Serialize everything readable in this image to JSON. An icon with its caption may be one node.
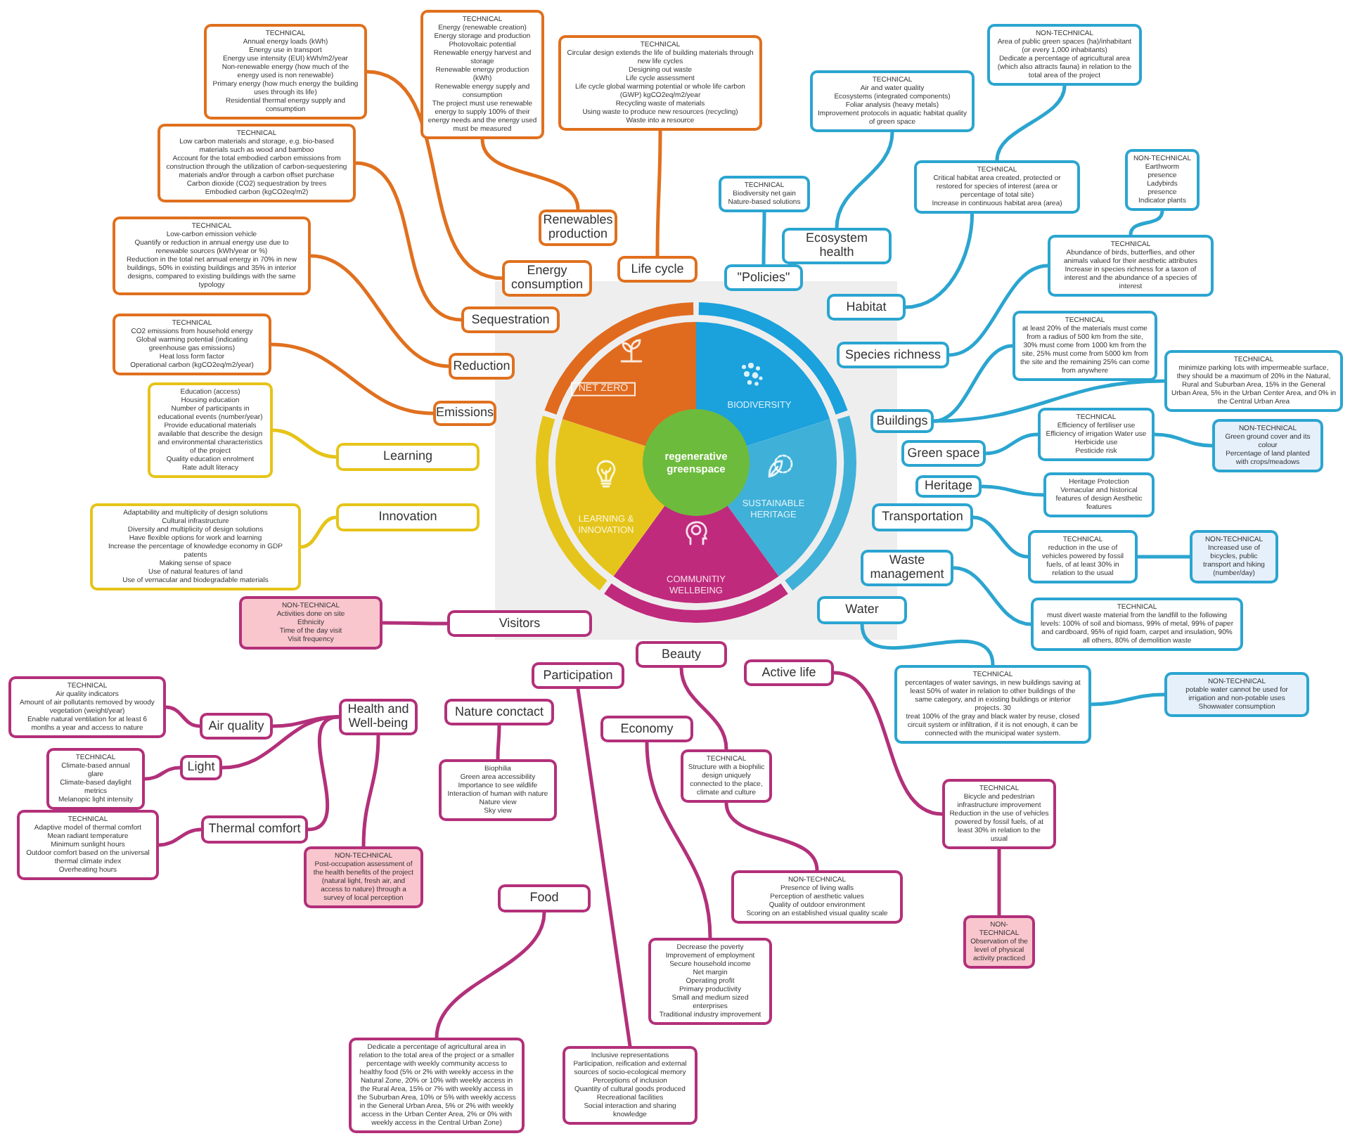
{
  "diagram": {
    "nodes": [
      {
        "text": [
          "TECHNICAL",
          "Annual energy loads (kWh)",
          "Energy use in transport",
          "Energy use intensity (EUI) kWh/m2/year",
          "Non-renewable energy (how much of the energy used is non renewable)",
          "Primary energy (how much energy the building uses through its life)",
          "Residential thermal energy supply and consumption"
        ]
      },
      {
        "text": [
          "TECHNICAL",
          "Energy (renewable creation)",
          "Energy storage and production",
          "Photovoltaic potential",
          "Renewable energy harvest and storage",
          "Renewable energy production (kWh)",
          "Renewable energy supply and consumption",
          "The project must use renewable energy to supply 100% of their energy needs and the energy used must be measured"
        ]
      },
      {
        "text": [
          "TECHNICAL",
          "Circular design extends the life of building materials through new life cycles",
          "Designing out waste",
          "Life cycle assessment",
          "Life cycle global warming potential or whole life carbon (GWP) kgCO2eq/m2/year",
          "Recycling waste of materials",
          "Using waste to produce new resources (recycling)",
          "Waste into a resource"
        ]
      },
      {
        "text": [
          "TECHNICAL",
          "Low carbon materials and storage, e.g. bio-based materials such as wood and bamboo",
          "Account for the total embodied carbon emissions from construction through the utilization of carbon-sequestering materials and/or through a carbon offset purchase",
          "Carbon dioxide (CO2) sequestration by trees",
          "Embodied carbon (kgCO2eq/m2)"
        ]
      },
      {
        "text": [
          "TECHNICAL",
          "Low-carbon emission vehicle",
          "Quantify or reduction in annual energy use due to renewable sources (kWh/year or %)",
          "Reduction in the total net annual energy in 70% in new buildings, 50% in existing buildings and 35% in interior designs, compared to existing buildings with the same typology"
        ]
      },
      {
        "text": [
          "TECHNICAL",
          "CO2 emissions from household energy",
          "Global warming potential (indicating greenhouse gas emissions)",
          "Heat loss form factor",
          "Operational carbon (kgCO2eq/m2/year)"
        ]
      },
      {
        "text": [
          "Renewables production"
        ]
      },
      {
        "text": [
          "Life cycle"
        ]
      },
      {
        "text": [
          "Energy consumption"
        ]
      },
      {
        "text": [
          "Sequestration"
        ]
      },
      {
        "text": [
          "Reduction"
        ]
      },
      {
        "text": [
          "Emissions"
        ]
      },
      {
        "text": [
          "Education (access)",
          "Housing education",
          "Number of participants in educational events (number/year)",
          "Provide educational materials available that describe the design and environmental characteristics of the project",
          "Quality education enrolment",
          "Rate adult literacy"
        ]
      },
      {
        "text": [
          "Learning"
        ]
      },
      {
        "text": [
          "Adaptability and multiplicity of design solutions",
          "Cultural infrastructure",
          "Diversity and multiplicity of design solutions",
          "Have flexible options for work and learning",
          "Increase the percentage of knowledge economy in GDP patents",
          "Making sense of space",
          "Use of natural features of land",
          "Use of vernacular and biodegradable materials"
        ]
      },
      {
        "text": [
          "Innovation"
        ]
      },
      {
        "text": [
          "NON-TECHNICAL",
          "Area of public green spaces (ha)/inhabitant (or every 1,000 inhabitants)",
          "Dedicate a percentage of agricultural area (which also attracts fauna) in relation to the total area of the project"
        ]
      },
      {
        "text": [
          "TECHNICAL",
          "Air and water quality",
          "Ecosystems (integrated components)",
          "Foliar analysis (heavy metals)",
          "Improvement protocols in aquatic habitat quality of green space"
        ]
      },
      {
        "text": [
          "TECHNICAL",
          "Biodiversity net gain",
          "Nature-based solutions"
        ]
      },
      {
        "text": [
          "TECHNICAL",
          "Critical habitat area created, protected or restored for species of interest (area or percentage of total site)",
          "Increase in continuous habitat area (area)"
        ]
      },
      {
        "text": [
          "NON-TECHNICAL",
          "Earthworm presence",
          "Ladybirds presence",
          "Indicator plants"
        ]
      },
      {
        "text": [
          "Ecosystem health"
        ]
      },
      {
        "text": [
          "\"Policies\""
        ]
      },
      {
        "text": [
          "TECHNICAL",
          "Abundance of birds, butterflies, and other animals valued for their aesthetic attributes",
          "Increase in species richness for a taxon of interest and the abundance of a species of interest"
        ]
      },
      {
        "text": [
          "Habitat"
        ]
      },
      {
        "text": [
          "Species richness"
        ]
      },
      {
        "text": [
          "TECHNICAL",
          "at least 20% of the materials must come from a radius of 500 km from the site, 30% must come from 1000 km from the site, 25% must come from 5000 km from the site and the remaining 25% can come from anywhere"
        ]
      },
      {
        "text": [
          "TECHNICAL",
          "minimize parking lots with impermeable surface, they should be a maximum of 20% in the Natural, Rural and Suburban Area, 15% in the General Urban Area, 5% in the Urban Center Area, and 0% in the Central Urban Area"
        ]
      },
      {
        "text": [
          "Buildings"
        ]
      },
      {
        "text": [
          "TECHNICAL",
          "Efficiency of fertiliser use",
          "Efficiency of irrigation Water use",
          "Herbicide use",
          "Pesticide risk"
        ]
      },
      {
        "text": [
          "NON-TECHNICAL",
          "Green ground cover and its colour",
          "Percentage of land planted with crops/meadows"
        ]
      },
      {
        "text": [
          "Green space"
        ]
      },
      {
        "text": [
          "Heritage Protection",
          "Vernacular and historical features of design Aesthetic features"
        ]
      },
      {
        "text": [
          "Heritage"
        ]
      },
      {
        "text": [
          "Transportation"
        ]
      },
      {
        "text": [
          "TECHNICAL",
          "reduction in the use of vehicles powered by fossil fuels, of at least 30% in relation to the usual"
        ]
      },
      {
        "text": [
          "NON-TECHNICAL",
          "Increased use of bicycles, public transport and hiking (number/day)"
        ]
      },
      {
        "text": [
          "Waste management"
        ]
      },
      {
        "text": [
          "TECHNICAL",
          "must divert waste material from the landfill to the following levels: 100% of soil and biomass, 99% of metal, 99% of paper and cardboard, 95% of rigid foam, carpet and insulation, 90% all others, 80% of demolition waste"
        ]
      },
      {
        "text": [
          "Water"
        ]
      },
      {
        "text": [
          "TECHNICAL",
          "percentages of water savings, in new buildings saving at least 50% of water in relation to other buildings of the same category, and in existing buildings or interior projects. 30",
          "treat 100% of the gray and black water by reuse, closed circuit system or infiltration, if it is not enough, it can be connected with the municipal water system."
        ]
      },
      {
        "text": [
          "NON-TECHNICAL",
          "potable water cannot be used for irrigation and non-potable uses",
          "Showwater consumption"
        ]
      },
      {
        "text": [
          "NET ZERO"
        ]
      },
      {
        "text": [
          "BIODIVERSITY"
        ]
      },
      {
        "text": [
          "SUSTAINABLE HERITAGE"
        ]
      },
      {
        "text": [
          "COMMUNITIY WELLBEING"
        ]
      },
      {
        "text": [
          "LEARNING & INNOVATION"
        ]
      },
      {
        "text": [
          "regenerative greenspace"
        ]
      },
      {
        "text": [
          "NON-TECHNICAL",
          "Activities done on site",
          "Ethnicity",
          "Time of the day visit",
          "Visit frequency"
        ]
      },
      {
        "text": [
          "Visitors"
        ]
      },
      {
        "text": [
          "Beauty"
        ]
      },
      {
        "text": [
          "Participation"
        ]
      },
      {
        "text": [
          "Active life"
        ]
      },
      {
        "text": [
          "Health and Well-being"
        ]
      },
      {
        "text": [
          "Nature conctact"
        ]
      },
      {
        "text": [
          "Economy"
        ]
      },
      {
        "text": [
          "TECHNICAL",
          "Air quality indicators",
          "Amount of air pollutants removed by woody vegetation (weight/year)",
          "Enable natural ventilation for at least 6 months a year and access to nature"
        ]
      },
      {
        "text": [
          "Air quality"
        ]
      },
      {
        "text": [
          "TECHNICAL",
          "Climate-based annual glare",
          "Climate-based daylight metrics",
          "Melanopic light intensity"
        ]
      },
      {
        "text": [
          "Light"
        ]
      },
      {
        "text": [
          "TECHNICAL",
          "Structure with a biophilic design uniquely connected to the place, climate and culture"
        ]
      },
      {
        "text": [
          "Biophilia",
          "Green area accessibility",
          "Importance to see wildlife",
          "Interaction of human with nature",
          "Nature view",
          "Sky view"
        ]
      },
      {
        "text": [
          "TECHNICAL",
          "Adaptive model of thermal comfort",
          "Mean radiant temperature",
          "Minimum sunlight hours",
          "Outdoor comfort based on the universal thermal climate index",
          "Overheating hours"
        ]
      },
      {
        "text": [
          "Thermal comfort"
        ]
      },
      {
        "text": [
          "TECHNICAL",
          "Bicycle and pedestrian infrastructure improvement",
          "Reduction in the use of vehicles powered by fossil fuels, of at least 30% in relation to the usual"
        ]
      },
      {
        "text": [
          "NON-TECHNICAL",
          "Post-occupation assessment of the health benefits of the project (natural light, fresh air, and access to nature) through a survey of local perception"
        ]
      },
      {
        "text": [
          "NON-TECHNICAL",
          "Presence of living walls",
          "Perception of aesthetic values",
          "Quality of outdoor environment",
          "Scoring on an established visual quality scale"
        ]
      },
      {
        "text": [
          "Food"
        ]
      },
      {
        "text": [
          "NON-TECHNICAL",
          "Observation of the level of physical activity practiced"
        ]
      },
      {
        "text": [
          "Decrease the poverty",
          "Improvement of employment",
          "Secure household income",
          "Net margin",
          "Operating profit",
          "Primary productivity",
          "Small and medium sized enterprises",
          "Traditional industry improvement"
        ]
      },
      {
        "text": [
          "Dedicate a percentage of agricultural area in relation to the total area of the project or a smaller percentage with weekly community access to healthy food (5% or 2% with weekly access in the Natural Zone, 20% or 10% with weekly access in the Rural Area, 15% or 7% with weekly access in the Suburban Area, 10% or 5% with weekly access in the General Urban Area, 5% or 2% with weekly access in the Urban Center Area, 2% or 0% with weekly access in the Central Urban Zone)"
        ]
      },
      {
        "text": [
          "Inclusive representations",
          "Participation, reification and external sources of socio-ecological memory",
          "Perceptions of inclusion",
          "Quantity of cultural goods produced",
          "Recreational facilities",
          "Social interaction and sharing knowledge"
        ]
      }
    ],
    "edges": [
      {
        "from": 8,
        "to": 0,
        "arrow": "none",
        "color": "#e0701e"
      },
      {
        "from": 6,
        "to": 1,
        "arrow": "none",
        "color": "#e0701e"
      },
      {
        "from": 7,
        "to": 2,
        "arrow": "none",
        "color": "#e0701e"
      },
      {
        "from": 9,
        "to": 3,
        "arrow": "none",
        "color": "#e0701e"
      },
      {
        "from": 10,
        "to": 4,
        "arrow": "none",
        "color": "#e0701e"
      },
      {
        "from": 11,
        "to": 5,
        "arrow": "none",
        "color": "#e0701e"
      },
      {
        "from": 13,
        "to": 12,
        "arrow": "none",
        "color": "#e6c419"
      },
      {
        "from": 15,
        "to": 14,
        "arrow": "none",
        "color": "#e6c419"
      },
      {
        "from": 22,
        "to": 18,
        "arrow": "none",
        "color": "#2ba5d0"
      },
      {
        "from": 21,
        "to": 17,
        "arrow": "none",
        "color": "#2ba5d0"
      },
      {
        "from": 24,
        "to": 19,
        "arrow": "none",
        "color": "#2ba5d0"
      },
      {
        "from": 19,
        "to": 16,
        "arrow": "none",
        "color": "#2ba5d0"
      },
      {
        "from": 25,
        "to": 23,
        "arrow": "none",
        "color": "#2ba5d0"
      },
      {
        "from": 23,
        "to": 20,
        "arrow": "none",
        "color": "#2ba5d0"
      },
      {
        "from": 28,
        "to": 26,
        "arrow": "none",
        "color": "#2ba5d0"
      },
      {
        "from": 28,
        "to": 27,
        "arrow": "none",
        "color": "#2ba5d0"
      },
      {
        "from": 31,
        "to": 29,
        "arrow": "none",
        "color": "#2ba5d0"
      },
      {
        "from": 29,
        "to": 30,
        "arrow": "none",
        "color": "#2ba5d0"
      },
      {
        "from": 33,
        "to": 32,
        "arrow": "none",
        "color": "#2ba5d0"
      },
      {
        "from": 34,
        "to": 35,
        "arrow": "none",
        "color": "#2ba5d0"
      },
      {
        "from": 35,
        "to": 36,
        "arrow": "none",
        "color": "#2ba5d0"
      },
      {
        "from": 37,
        "to": 38,
        "arrow": "none",
        "color": "#2ba5d0"
      },
      {
        "from": 39,
        "to": 40,
        "arrow": "none",
        "color": "#2ba5d0"
      },
      {
        "from": 40,
        "to": 41,
        "arrow": "none",
        "color": "#2ba5d0"
      },
      {
        "from": 49,
        "to": 48,
        "arrow": "none",
        "color": "#b3307a"
      },
      {
        "from": 53,
        "to": 57,
        "arrow": "none",
        "color": "#b3307a"
      },
      {
        "from": 57,
        "to": 56,
        "arrow": "none",
        "color": "#b3307a"
      },
      {
        "from": 53,
        "to": 59,
        "arrow": "none",
        "color": "#b3307a"
      },
      {
        "from": 59,
        "to": 58,
        "arrow": "none",
        "color": "#b3307a"
      },
      {
        "from": 53,
        "to": 63,
        "arrow": "none",
        "color": "#b3307a"
      },
      {
        "from": 63,
        "to": 62,
        "arrow": "none",
        "color": "#b3307a"
      },
      {
        "from": 53,
        "to": 65,
        "arrow": "none",
        "color": "#b3307a"
      },
      {
        "from": 54,
        "to": 61,
        "arrow": "none",
        "color": "#b3307a"
      },
      {
        "from": 51,
        "to": 71,
        "arrow": "none",
        "color": "#b3307a"
      },
      {
        "from": 50,
        "to": 60,
        "arrow": "none",
        "color": "#b3307a"
      },
      {
        "from": 60,
        "to": 66,
        "arrow": "none",
        "color": "#b3307a"
      },
      {
        "from": 55,
        "to": 69,
        "arrow": "none",
        "color": "#b3307a"
      },
      {
        "from": 52,
        "to": 64,
        "arrow": "none",
        "color": "#b3307a"
      },
      {
        "from": 64,
        "to": 68,
        "arrow": "none",
        "color": "#b3307a"
      },
      {
        "from": 67,
        "to": 70,
        "arrow": "none",
        "color": "#b3307a"
      }
    ]
  }
}
